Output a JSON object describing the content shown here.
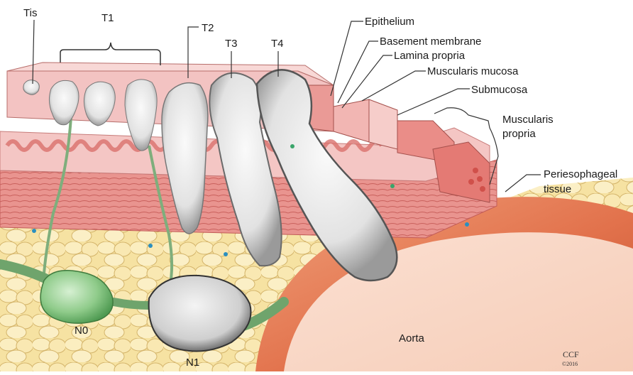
{
  "labels": {
    "tis": "Tis",
    "t1": "T1",
    "t2": "T2",
    "t3": "T3",
    "t4": "T4",
    "epithelium": "Epithelium",
    "basement_membrane": "Basement membrane",
    "lamina_propria": "Lamina propria",
    "muscularis_mucosa": "Muscularis mucosa",
    "submucosa": "Submucosa",
    "muscularis_propria_1": "Muscularis",
    "muscularis_propria_2": "propria",
    "periesophageal_1": "Periesophageal",
    "periesophageal_2": "tissue",
    "n0": "N0",
    "n1": "N1",
    "aorta": "Aorta"
  },
  "credit": {
    "name": "CCF",
    "year": "©2016"
  },
  "colors": {
    "mucosa": "#f2b9b8",
    "muscle": "#e68a86",
    "fat": "#f7e3a4",
    "fat_outline": "#c9a95a",
    "tumor": "#dcdcdc",
    "lymph_node_n0": "#9fd19d",
    "aorta": "#e07a55"
  }
}
